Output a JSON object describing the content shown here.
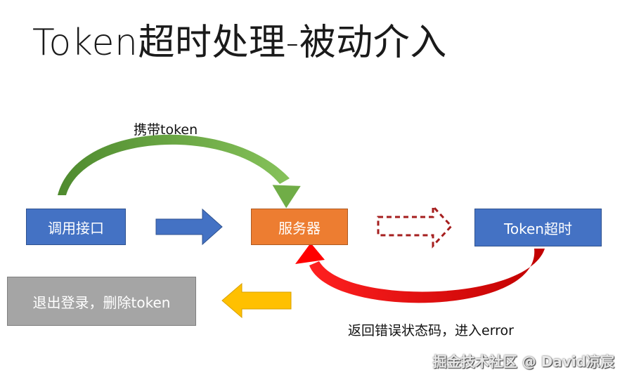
{
  "title": "Token超时处理-被动介入",
  "nodes": {
    "call_api": "调用接口",
    "server": "服务器",
    "token_timeout": "Token超时",
    "logout": "退出登录，删除token"
  },
  "labels": {
    "carry_token": "携带token",
    "return_error": "返回错误状态码，进入error"
  },
  "watermark": "掘金技术社区 @ David凉宸",
  "colors": {
    "blue": "#4472c4",
    "orange": "#ed7d31",
    "gray": "#a5a5a5",
    "green_arrow": "#70ad47",
    "red_arrow": "#ff0000",
    "dashed_arrow": "#a51e1e",
    "yellow_arrow": "#ffc000"
  }
}
